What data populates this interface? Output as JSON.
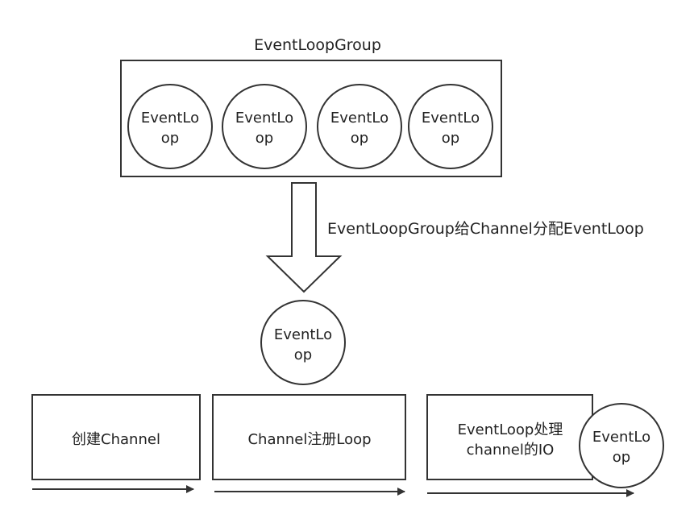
{
  "group": {
    "title": "EventLoopGroup",
    "loops": [
      {
        "line1": "EventLo",
        "line2": "op"
      },
      {
        "line1": "EventLo",
        "line2": "op"
      },
      {
        "line1": "EventLo",
        "line2": "op"
      },
      {
        "line1": "EventLo",
        "line2": "op"
      }
    ]
  },
  "assign": {
    "label": "EventLoopGroup给Channel分配EventLoop"
  },
  "assigned_loop": {
    "line1": "EventLo",
    "line2": "op"
  },
  "steps": [
    {
      "line1": "创建Channel",
      "line2": ""
    },
    {
      "line1": "Channel注册Loop",
      "line2": ""
    },
    {
      "line1": "EventLoop处理",
      "line2": "channel的IO"
    }
  ],
  "side_loop": {
    "line1": "EventLo",
    "line2": "op"
  }
}
